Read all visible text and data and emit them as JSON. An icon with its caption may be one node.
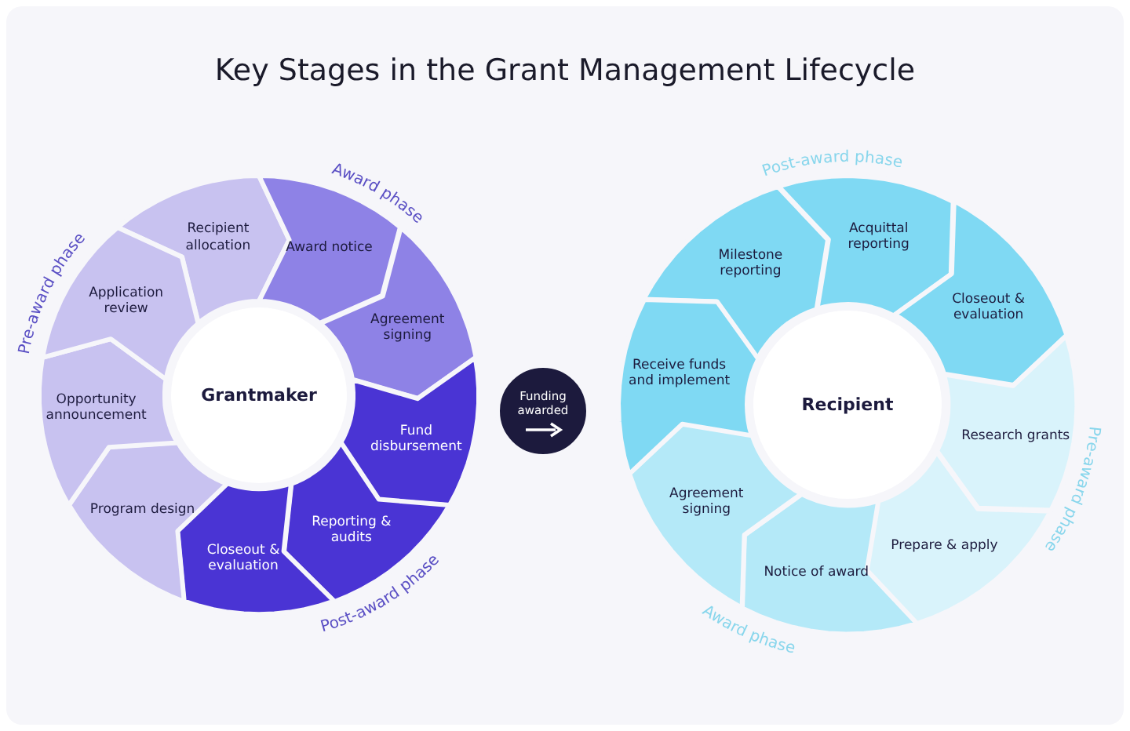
{
  "diagram": {
    "title": "Key Stages in the Grant Management Lifecycle",
    "nodes": [
      {
        "text": [
          "Grantmaker"
        ]
      },
      {
        "text": [
          "Recipient allocation"
        ]
      },
      {
        "text": [
          "Award notice"
        ]
      },
      {
        "text": [
          "Agreement signing"
        ]
      },
      {
        "text": [
          "Fund disbursement"
        ]
      },
      {
        "text": [
          "Reporting & audits"
        ]
      },
      {
        "text": [
          "Closeout & evaluation"
        ]
      },
      {
        "text": [
          "Program design"
        ]
      },
      {
        "text": [
          "Opportunity announcement"
        ]
      },
      {
        "text": [
          "Application review"
        ]
      },
      {
        "text": [
          "Funding awarded"
        ]
      },
      {
        "text": [
          "Recipient"
        ]
      },
      {
        "text": [
          "Milestone reporting"
        ]
      },
      {
        "text": [
          "Acquittal reporting"
        ]
      },
      {
        "text": [
          "Closeout & evaluation"
        ]
      },
      {
        "text": [
          "Research grants"
        ]
      },
      {
        "text": [
          "Prepare & apply"
        ]
      },
      {
        "text": [
          "Notice of award"
        ]
      },
      {
        "text": [
          "Agreement signing"
        ]
      },
      {
        "text": [
          "Receive funds and implement"
        ]
      }
    ],
    "labels": [
      "Pre-award phase",
      "Award phase",
      "Post-award phase",
      "Post-award phase",
      "Pre-award phase",
      "Award phase"
    ]
  }
}
